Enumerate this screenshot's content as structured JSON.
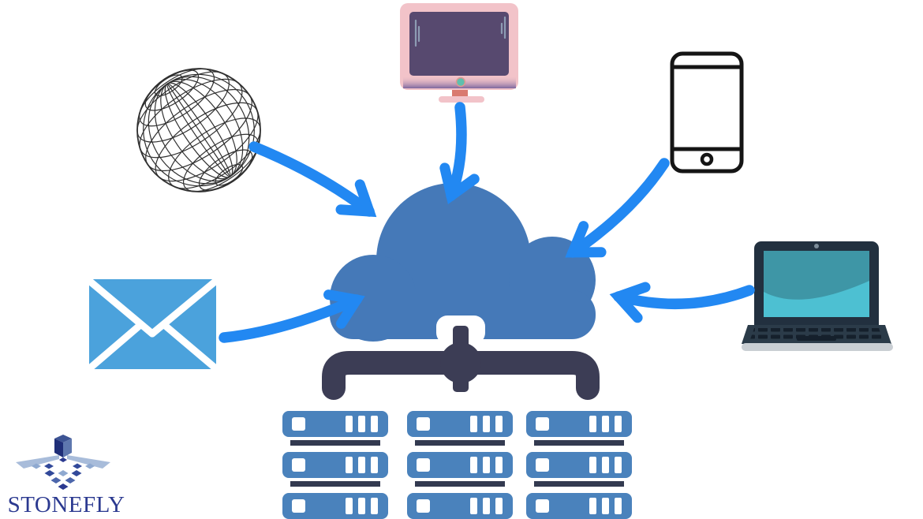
{
  "page": {
    "type": "cloud-network-diagram",
    "background": "#FFFFFF"
  },
  "brand": {
    "name": "STONEFLY",
    "color": "#2B3990"
  },
  "palette": {
    "cloud_blue": "#4579B8",
    "server_blue": "#4A82BC",
    "separator_navy": "#333A50",
    "pipe_navy": "#3C3D55",
    "arrow_blue": "#2288F2",
    "envelope_blue": "#4BA2DC",
    "monitor_frame_pink": "#F2C3C9",
    "monitor_screen_purple": "#57496F",
    "monitor_stand_red": "#D97A70",
    "laptop_body_navy": "#22303F",
    "laptop_screen_teal_dark": "#3E96A6",
    "laptop_screen_teal_light": "#4DC0D2",
    "globe_line": "#1A1A1A",
    "phone_outline": "#151515"
  },
  "nodes": [
    {
      "id": "globe",
      "icon": "globe-icon"
    },
    {
      "id": "desktop",
      "icon": "desktop-monitor-icon"
    },
    {
      "id": "smartphone",
      "icon": "smartphone-icon"
    },
    {
      "id": "laptop",
      "icon": "laptop-icon"
    },
    {
      "id": "email",
      "icon": "envelope-icon"
    },
    {
      "id": "cloud",
      "icon": "cloud-icon"
    },
    {
      "id": "pipeline",
      "icon": "pipe-valve-icon"
    },
    {
      "id": "servers",
      "icon": "server-rack-icon",
      "rows": 3,
      "columns": 3
    }
  ],
  "edges": [
    {
      "from": "globe",
      "to": "cloud"
    },
    {
      "from": "desktop",
      "to": "cloud"
    },
    {
      "from": "smartphone",
      "to": "cloud"
    },
    {
      "from": "laptop",
      "to": "cloud"
    },
    {
      "from": "email",
      "to": "cloud"
    },
    {
      "from": "cloud",
      "to": "servers"
    }
  ]
}
